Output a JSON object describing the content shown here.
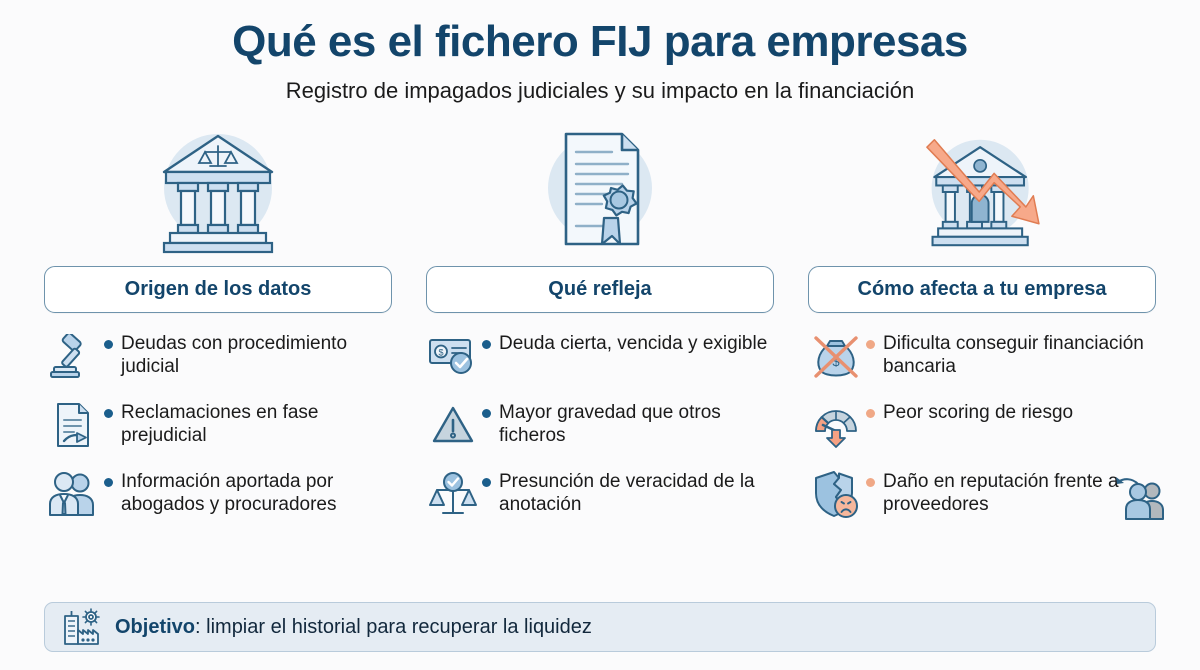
{
  "header": {
    "title": "Qué es el fichero FIJ para empresas",
    "subtitle": "Registro de impagados judiciales y su impacto en la financiación"
  },
  "colors": {
    "title_blue": "#13456b",
    "pill_border": "#6e93ac",
    "bullet_blue": "#1b5e8c",
    "bullet_orange": "#f0a886",
    "icon_circle": "#dce8f2",
    "icon_fill_light": "#cddff0",
    "icon_stroke": "#2e6285",
    "accent_orange": "#f5a183",
    "footer_bg": "#e5ecf3",
    "page_bg": "#fbfbfc"
  },
  "columns": [
    {
      "id": "origen",
      "heading": "Origen de los datos",
      "hero_icon": "courthouse-scales-icon",
      "bullet_color": "#1b5e8c",
      "bullets": [
        {
          "icon": "gavel-icon",
          "text": "Deudas con procedimiento judicial"
        },
        {
          "icon": "document-arrow-icon",
          "text": "Reclamaciones en fase prejudicial"
        },
        {
          "icon": "two-people-icon",
          "text": "Información aportada por abogados y procuradores"
        }
      ]
    },
    {
      "id": "refleja",
      "heading": "Qué refleja",
      "hero_icon": "certificate-seal-icon",
      "bullet_color": "#1b5e8c",
      "bullets": [
        {
          "icon": "banknote-check-icon",
          "text": "Deuda cierta, vencida y exigible"
        },
        {
          "icon": "warning-triangle-icon",
          "text": "Mayor gravedad que otros ficheros"
        },
        {
          "icon": "scales-check-icon",
          "text": "Presunción de veracidad de la anotación"
        }
      ]
    },
    {
      "id": "riesgo",
      "heading": "Cómo afecta a tu empresa",
      "hero_icon": "bank-declining-arrow-icon",
      "bullet_color": "#f0a886",
      "bullets": [
        {
          "icon": "money-bag-crossed-icon",
          "text": "Dificulta conseguir financiación bancaria"
        },
        {
          "icon": "gauge-down-icon",
          "text": "Peor scoring de riesgo"
        },
        {
          "icon": "broken-shield-sad-icon",
          "text": "Daño en reputación frente a proveedores"
        }
      ]
    }
  ],
  "footer": {
    "icon": "factory-gear-icon",
    "label": "Objetivo",
    "separator": ": ",
    "text": "limpiar el historial para recuperar la liquidez"
  }
}
